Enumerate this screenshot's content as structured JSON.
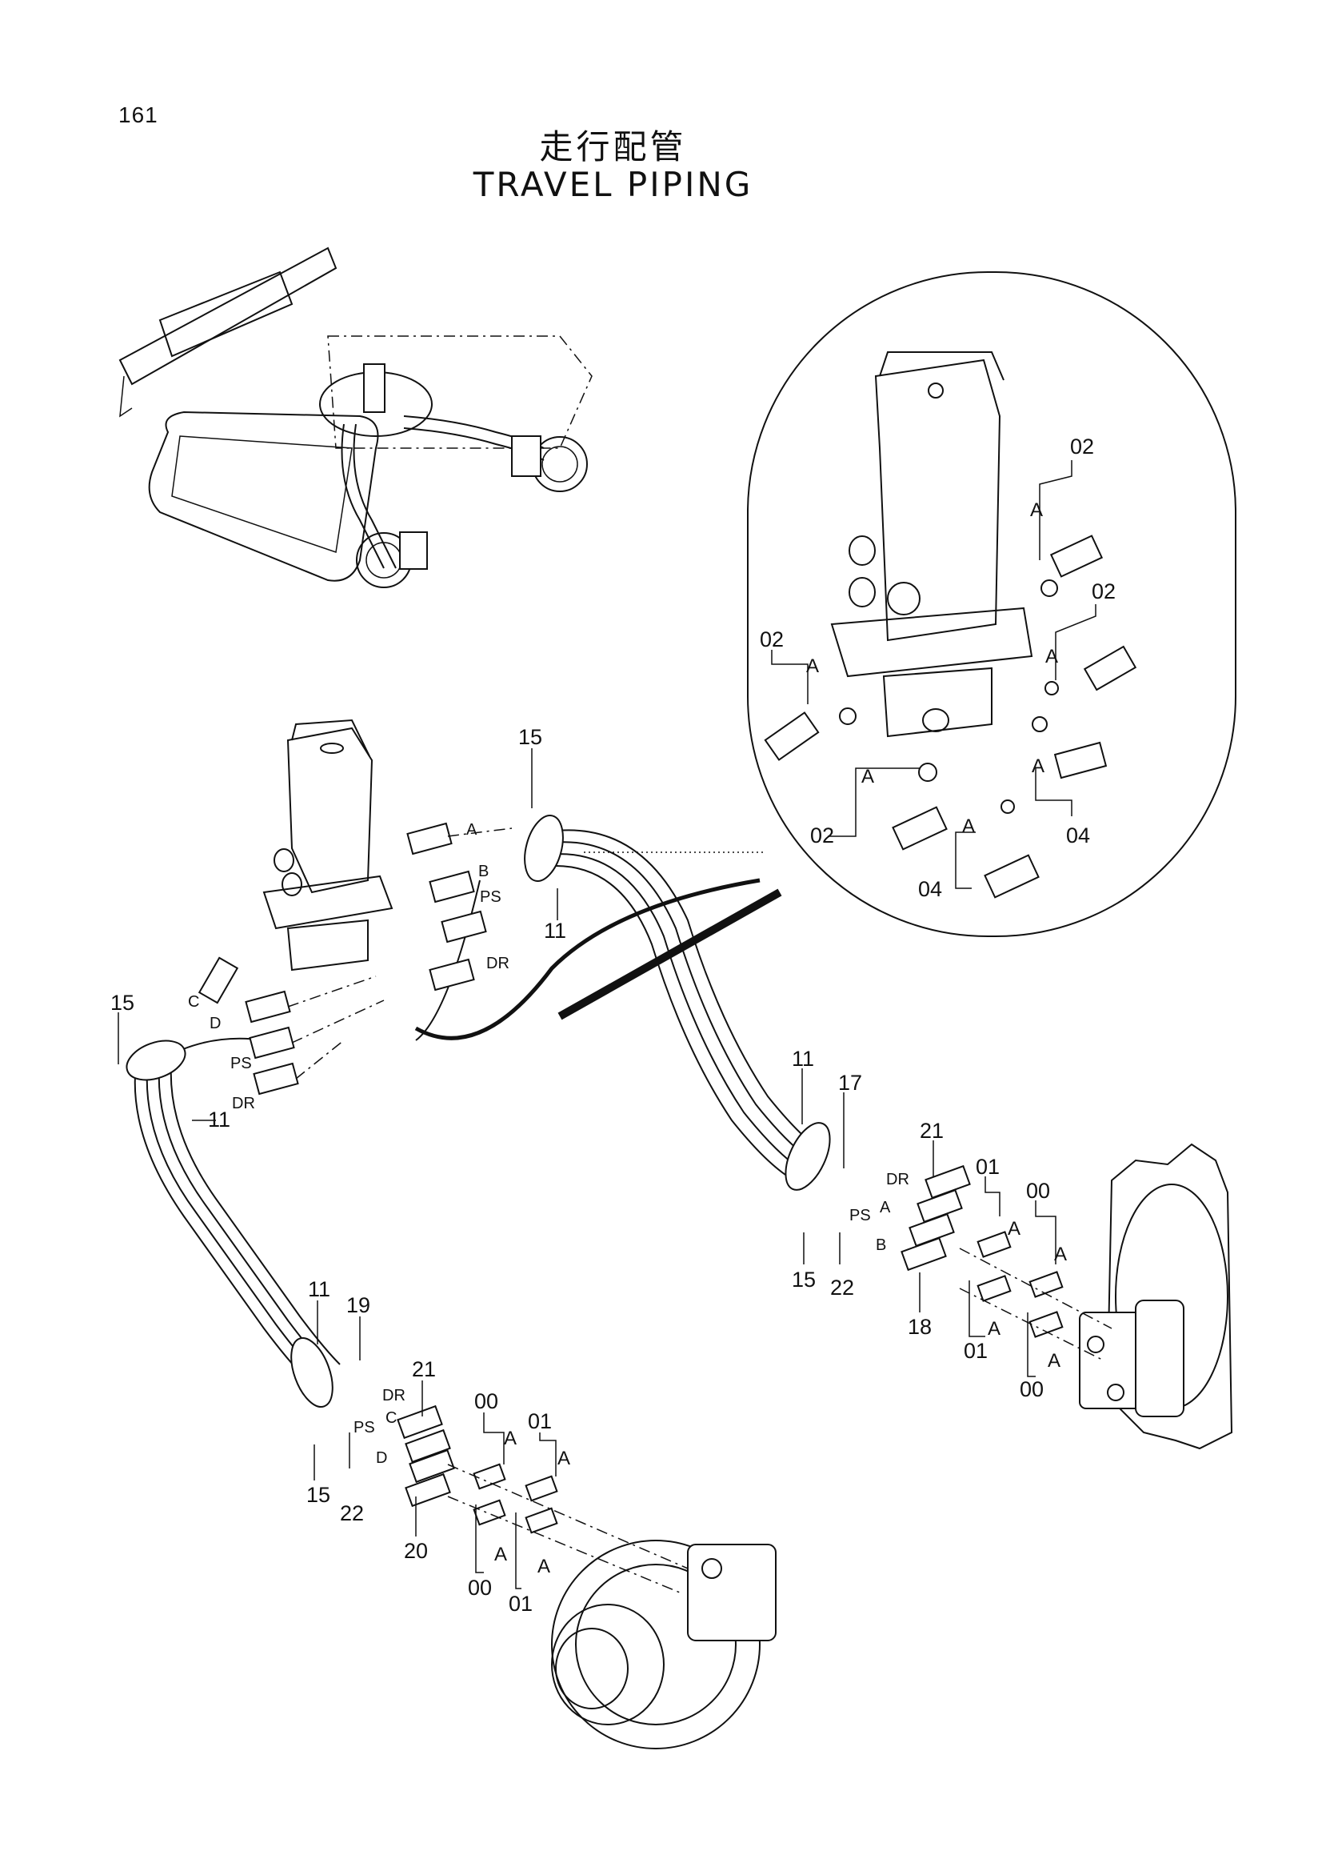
{
  "page_number": "161",
  "title_jp": "走行配管",
  "title_en": "TRAVEL PIPING",
  "part_numbers": {
    "p00": "00",
    "p01": "01",
    "p02": "02",
    "p04": "04",
    "p11": "11",
    "p15": "15",
    "p17": "17",
    "p18": "18",
    "p19": "19",
    "p20": "20",
    "p21": "21",
    "p22": "22"
  },
  "port_labels": {
    "a": "A",
    "b": "B",
    "c": "C",
    "d": "D",
    "ps": "PS",
    "dr": "DR"
  }
}
